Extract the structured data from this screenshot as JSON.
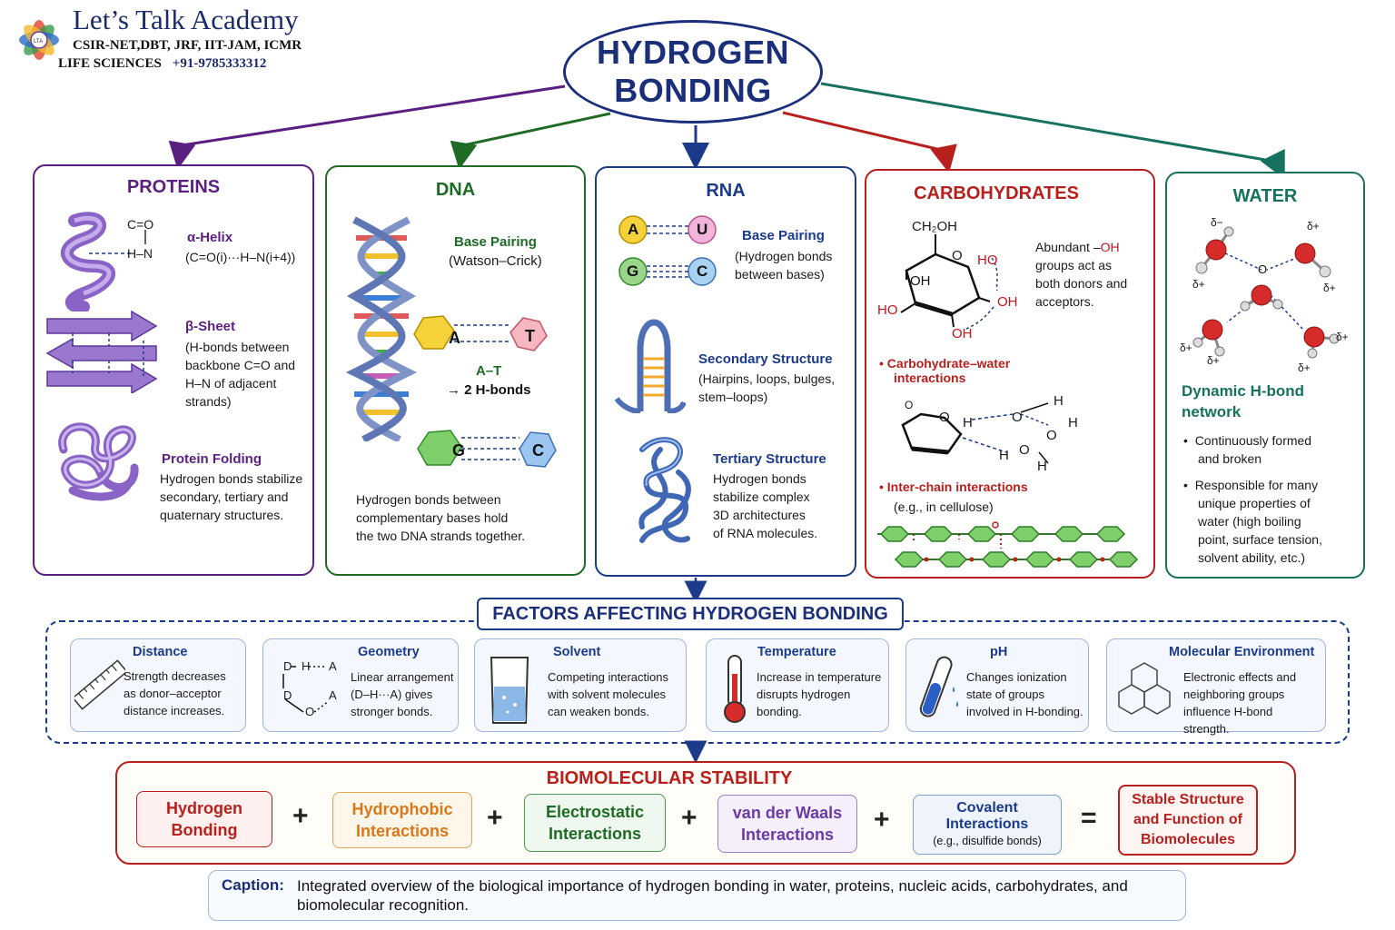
{
  "logo": {
    "title": "Let’s Talk Academy",
    "line1": "CSIR-NET,DBT, JRF, IIT-JAM, ICMR",
    "line2": "LIFE SCIENCES",
    "phone": "+91-9785333312"
  },
  "main_title": [
    "HYDROGEN",
    "BONDING"
  ],
  "colors": {
    "navy": "#1b2e7a",
    "proteins": "#5b1f82",
    "dna": "#1f6b25",
    "rna": "#1b3a8a",
    "carbohydrates": "#b8201e",
    "water": "#16715f"
  },
  "proteins": {
    "title": "PROTEINS",
    "helix_title": "α-Helix",
    "helix_desc": "(C=O(i)···H–N(i+4))",
    "helix_co": "C=O",
    "helix_hn": "H–N",
    "sheet_title": "β-Sheet",
    "sheet_desc": [
      "(H-bonds between",
      "backbone C=O and",
      "H–N of adjacent",
      "strands)"
    ],
    "folding_title": "Protein Folding",
    "folding_desc": [
      "Hydrogen bonds stabilize",
      "secondary, tertiary and",
      "quaternary structures."
    ]
  },
  "dna": {
    "title": "DNA",
    "pair_title": "Base Pairing",
    "pair_sub": "(Watson–Crick)",
    "base_a": "A",
    "base_t": "T",
    "at_label": "A–T",
    "at_bonds": "→ 2 H-bonds",
    "base_g": "G",
    "base_c": "C",
    "desc": [
      "Hydrogen bonds between",
      "complementary bases hold",
      "the two DNA strands together."
    ]
  },
  "rna": {
    "title": "RNA",
    "bases": [
      "A",
      "U",
      "G",
      "C"
    ],
    "pair_title": "Base Pairing",
    "pair_desc": [
      "(Hydrogen bonds",
      "between bases)"
    ],
    "sec_title": "Secondary Structure",
    "sec_desc": [
      "(Hairpins, loops, bulges,",
      "stem–loops)"
    ],
    "ter_title": "Tertiary Structure",
    "ter_desc": [
      "Hydrogen bonds",
      "stabilize complex",
      "3D architectures",
      "of RNA molecules."
    ]
  },
  "carbohydrates": {
    "title": "CARBOHYDRATES",
    "ch2oh": "CH₂OH",
    "o": "O",
    "oh": "OH",
    "ho": "HO",
    "oh_desc": [
      "Abundant –",
      "OH",
      "groups act as",
      "both donors and",
      "acceptors."
    ],
    "water_title": [
      "Carbohydrate–water",
      "interactions"
    ],
    "h": "H",
    "inter_title": "Inter-chain interactions",
    "inter_sub": "(e.g., in cellulose)"
  },
  "water": {
    "title": "WATER",
    "delta_minus": "δ−",
    "delta_plus": "δ+",
    "network_title": [
      "Dynamic H-bond",
      "network"
    ],
    "bullets": [
      [
        "Continuously formed",
        "and broken"
      ],
      [
        "Responsible for many",
        "unique properties of",
        "water (high boiling",
        "point, surface tension,",
        "solvent ability, etc.)"
      ]
    ]
  },
  "factors": {
    "title": "FACTORS AFFECTING HYDROGEN BONDING",
    "items": [
      {
        "title": "Distance",
        "icon": "ruler-icon",
        "desc": [
          "Strength decreases",
          "as donor–acceptor",
          "distance increases."
        ]
      },
      {
        "title": "Geometry",
        "icon": "geometry-icon",
        "desc": [
          "Linear arrangement",
          "(D–H···A) gives",
          "stronger bonds."
        ]
      },
      {
        "title": "Solvent",
        "icon": "beaker-icon",
        "desc": [
          "Competing interactions",
          "with solvent molecules",
          "can weaken bonds."
        ]
      },
      {
        "title": "Temperature",
        "icon": "thermometer-icon",
        "desc": [
          "Increase in temperature",
          "disrupts hydrogen",
          "bonding."
        ]
      },
      {
        "title": "pH",
        "icon": "test-tube-icon",
        "desc": [
          "Changes ionization",
          "state of groups",
          "involved in H-bonding."
        ]
      },
      {
        "title": "Molecular Environment",
        "icon": "hexagon-rings-icon",
        "desc": [
          "Electronic effects and",
          "neighboring groups",
          "influence H-bond",
          "strength."
        ]
      }
    ],
    "geometry_labels": {
      "d": "D",
      "h": "H",
      "a": "A",
      "o": "O"
    }
  },
  "stability": {
    "title": "BIOMOLECULAR STABILITY",
    "terms": [
      {
        "label": [
          "Hydrogen",
          "Bonding"
        ],
        "color": "#b8201e",
        "bg": "#fdf0ee"
      },
      {
        "label": [
          "Hydrophobic",
          "Interactions"
        ],
        "color": "#d9781a",
        "bg": "#fff6ea"
      },
      {
        "label": [
          "Electrostatic",
          "Interactions"
        ],
        "color": "#1f6b25",
        "bg": "#eef8ee"
      },
      {
        "label": [
          "van der Waals",
          "Interactions"
        ],
        "color": "#6a3aa8",
        "bg": "#f4effb"
      },
      {
        "label": [
          "Covalent",
          "Interactions",
          "(e.g., disulfide bonds)"
        ],
        "color": "#1b3a8a",
        "bg": "#eef3fc"
      }
    ],
    "plus": "+",
    "equals": "=",
    "result": [
      "Stable Structure",
      "and Function of",
      "Biomolecules"
    ]
  },
  "caption": {
    "label": "Caption:",
    "text": "Integrated overview of the biological importance of hydrogen bonding in water, proteins, nucleic acids, carbohydrates, and biomolecular recognition."
  }
}
